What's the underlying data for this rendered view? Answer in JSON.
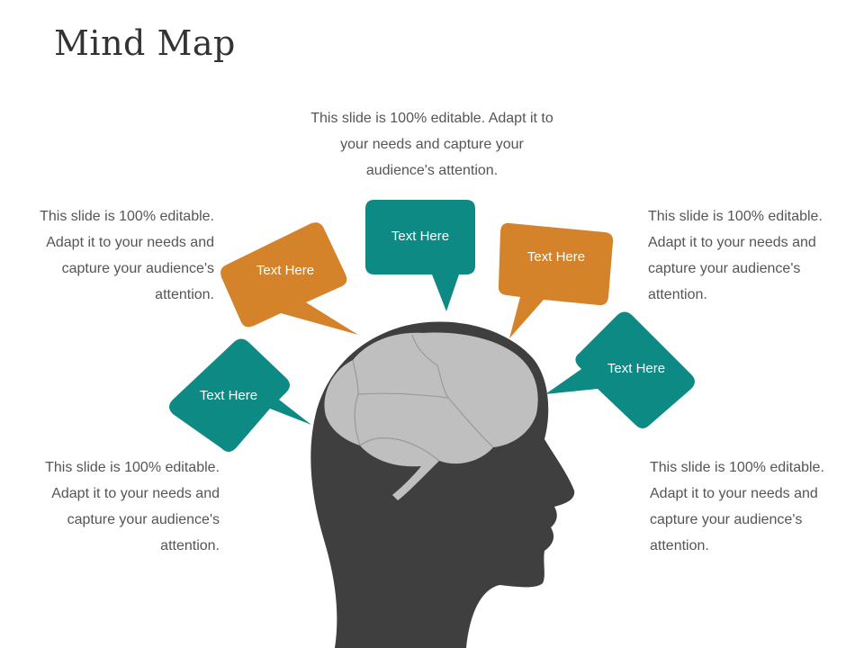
{
  "title": "Mind Map",
  "colors": {
    "teal": "#0E8A84",
    "orange": "#D4832B",
    "head": "#3F3F3F",
    "brain": "#BFBFBF"
  },
  "descriptions": {
    "top": "This slide is 100% editable. Adapt it to your needs and capture your audience's attention.",
    "upper_left": "This slide is 100% editable. Adapt it to your needs and capture your audience's attention.",
    "lower_left": "This slide is 100% editable. Adapt it to your needs and capture your audience's attention.",
    "upper_right": "This slide is 100% editable. Adapt it to your needs and capture your audience's attention.",
    "lower_right": "This slide is 100% editable. Adapt it to your needs and capture your audience's attention."
  },
  "bubbles": {
    "center": "Text Here",
    "upper_left": "Text Here",
    "lower_left": "Text Here",
    "upper_right": "Text Here",
    "lower_right": "Text Here"
  }
}
